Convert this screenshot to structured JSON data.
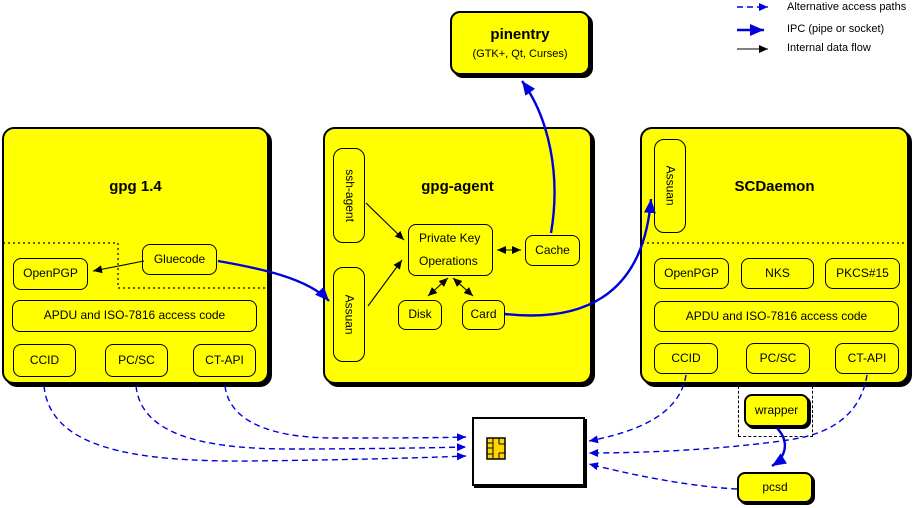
{
  "legend": {
    "alt": "Alternative access paths",
    "ipc": "IPC (pipe or socket)",
    "internal": "Internal data flow"
  },
  "pinentry": {
    "title": "pinentry",
    "subtitle": "(GTK+, Qt, Curses)"
  },
  "gpg14": {
    "title": "gpg 1.4",
    "openpgp": "OpenPGP",
    "gluecode": "Gluecode",
    "apdu": "APDU and ISO-7816 access code",
    "ccid": "CCID",
    "pcsc": "PC/SC",
    "ctapi": "CT-API"
  },
  "gpg_agent": {
    "title": "gpg-agent",
    "ssh_agent": "ssh-agent",
    "assuan": "Assuan",
    "pko_line1": "Private Key",
    "pko_line2": "Operations",
    "cache": "Cache",
    "disk": "Disk",
    "card": "Card"
  },
  "scdaemon": {
    "title": "SCDaemon",
    "assuan": "Assuan",
    "openpgp": "OpenPGP",
    "nks": "NKS",
    "pkcs15": "PKCS#15",
    "apdu": "APDU and ISO-7816 access code",
    "ccid": "CCID",
    "pcsc": "PC/SC",
    "ctapi": "CT-API"
  },
  "bottom": {
    "wrapper": "wrapper",
    "pcsd": "pcsd"
  },
  "colors": {
    "box_yellow": "#ffff00",
    "arrow_blue": "#0000dd",
    "line_black": "#000000",
    "card_white": "#ffffff",
    "chip_gold": "#ffd700"
  }
}
